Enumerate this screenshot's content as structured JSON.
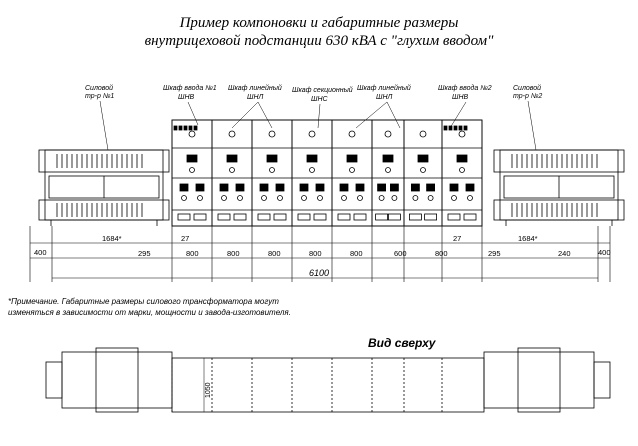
{
  "title": {
    "line1": "Пример компоновки и габаритные размеры",
    "line2": "внутрицеховой подстанции 630 кВА с \"глухим вводом\""
  },
  "labels": {
    "transformer_left": [
      "Силовой",
      "тр-р №1"
    ],
    "transformer_right": [
      "Силовой",
      "тр-р №2"
    ],
    "cab_input1": [
      "Шкаф ввода №1",
      "ШНВ"
    ],
    "cab_line_left": [
      "Шкаф линейный",
      "ШНЛ"
    ],
    "cab_section": [
      "Шкаф секционный",
      "ШНС"
    ],
    "cab_line_right": [
      "Шкаф линейный",
      "ШНЛ"
    ],
    "cab_input2": [
      "Шкаф ввода №2",
      "ШНВ"
    ]
  },
  "dims": {
    "left_400": "400",
    "left_1684": "1684*",
    "left_295": "295",
    "left_27": "27",
    "cab_widths": [
      "800",
      "800",
      "800",
      "800",
      "800",
      "600",
      "800"
    ],
    "right_27": "27",
    "right_295": "295",
    "right_1684": "1684*",
    "right_240": "240",
    "right_400": "400",
    "total": "6100",
    "depth": "1050"
  },
  "note": {
    "line1": "*Примечание. Габаритные размеры силового трансформатора могут",
    "line2": "изменяться в зависимости от марки, мощности и завода-изготовителя."
  },
  "top_view": "Вид сверху"
}
